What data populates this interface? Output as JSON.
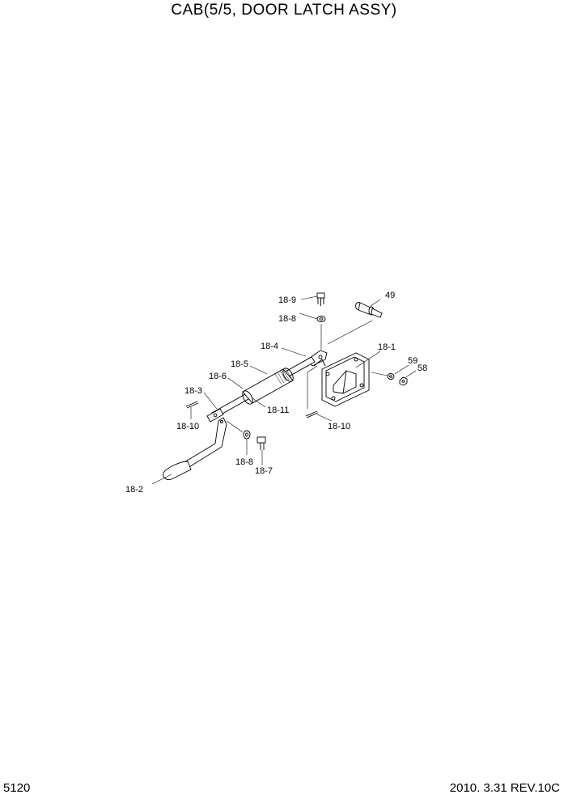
{
  "page": {
    "title": "CAB(5/5, DOOR LATCH ASSY)",
    "page_number": "5120",
    "revision": "2010. 3.31  REV.10C"
  },
  "callouts": [
    {
      "id": "c-18-9",
      "text": "18-9"
    },
    {
      "id": "c-18-8-top",
      "text": "18-8"
    },
    {
      "id": "c-49",
      "text": "49"
    },
    {
      "id": "c-18-4",
      "text": "18-4"
    },
    {
      "id": "c-18-1",
      "text": "18-1"
    },
    {
      "id": "c-59",
      "text": "59"
    },
    {
      "id": "c-58",
      "text": "58"
    },
    {
      "id": "c-18-5",
      "text": "18-5"
    },
    {
      "id": "c-18-6",
      "text": "18-6"
    },
    {
      "id": "c-18-3",
      "text": "18-3"
    },
    {
      "id": "c-18-11",
      "text": "18-11"
    },
    {
      "id": "c-18-10-right",
      "text": "18-10"
    },
    {
      "id": "c-18-10-left",
      "text": "18-10"
    },
    {
      "id": "c-18-8-bottom",
      "text": "18-8"
    },
    {
      "id": "c-18-7",
      "text": "18-7"
    },
    {
      "id": "c-18-2",
      "text": "18-2"
    }
  ]
}
